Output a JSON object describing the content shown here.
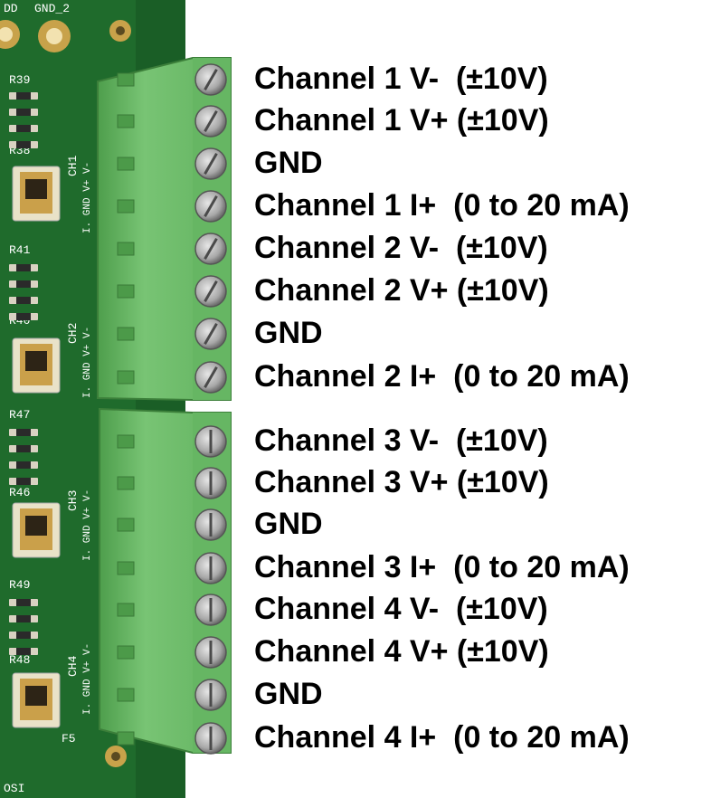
{
  "terminal_labels": [
    "Channel 1 V-  (±10V)",
    "Channel 1 V+ (±10V)",
    "GND",
    "Channel 1 I+  (0 to 20 mA)",
    "Channel 2 V-  (±10V)",
    "Channel 2 V+ (±10V)",
    "GND",
    "Channel 2 I+  (0 to 20 mA)",
    "Channel 3 V-  (±10V)",
    "Channel 3 V+ (±10V)",
    "GND",
    "Channel 3 I+  (0 to 20 mA)",
    "Channel 4 V-  (±10V)",
    "Channel 4 V+ (±10V)",
    "GND",
    "Channel 4 I+  (0 to 20 mA)"
  ],
  "pcb_silkscreen": {
    "top_labels": [
      "DD",
      "GND_2"
    ],
    "resistors": [
      "R39",
      "R38",
      "R41",
      "R40",
      "R47",
      "R46",
      "R49",
      "R48"
    ],
    "channels": [
      "CH1",
      "CH2",
      "CH3",
      "CH4"
    ],
    "pin_row": "I. GND V+  V-",
    "fuse": "F5",
    "bottom_text": "OSI"
  },
  "colors": {
    "pcb": "#1f6b2c",
    "terminal_block": "#6fbf6a",
    "text": "#000000"
  }
}
